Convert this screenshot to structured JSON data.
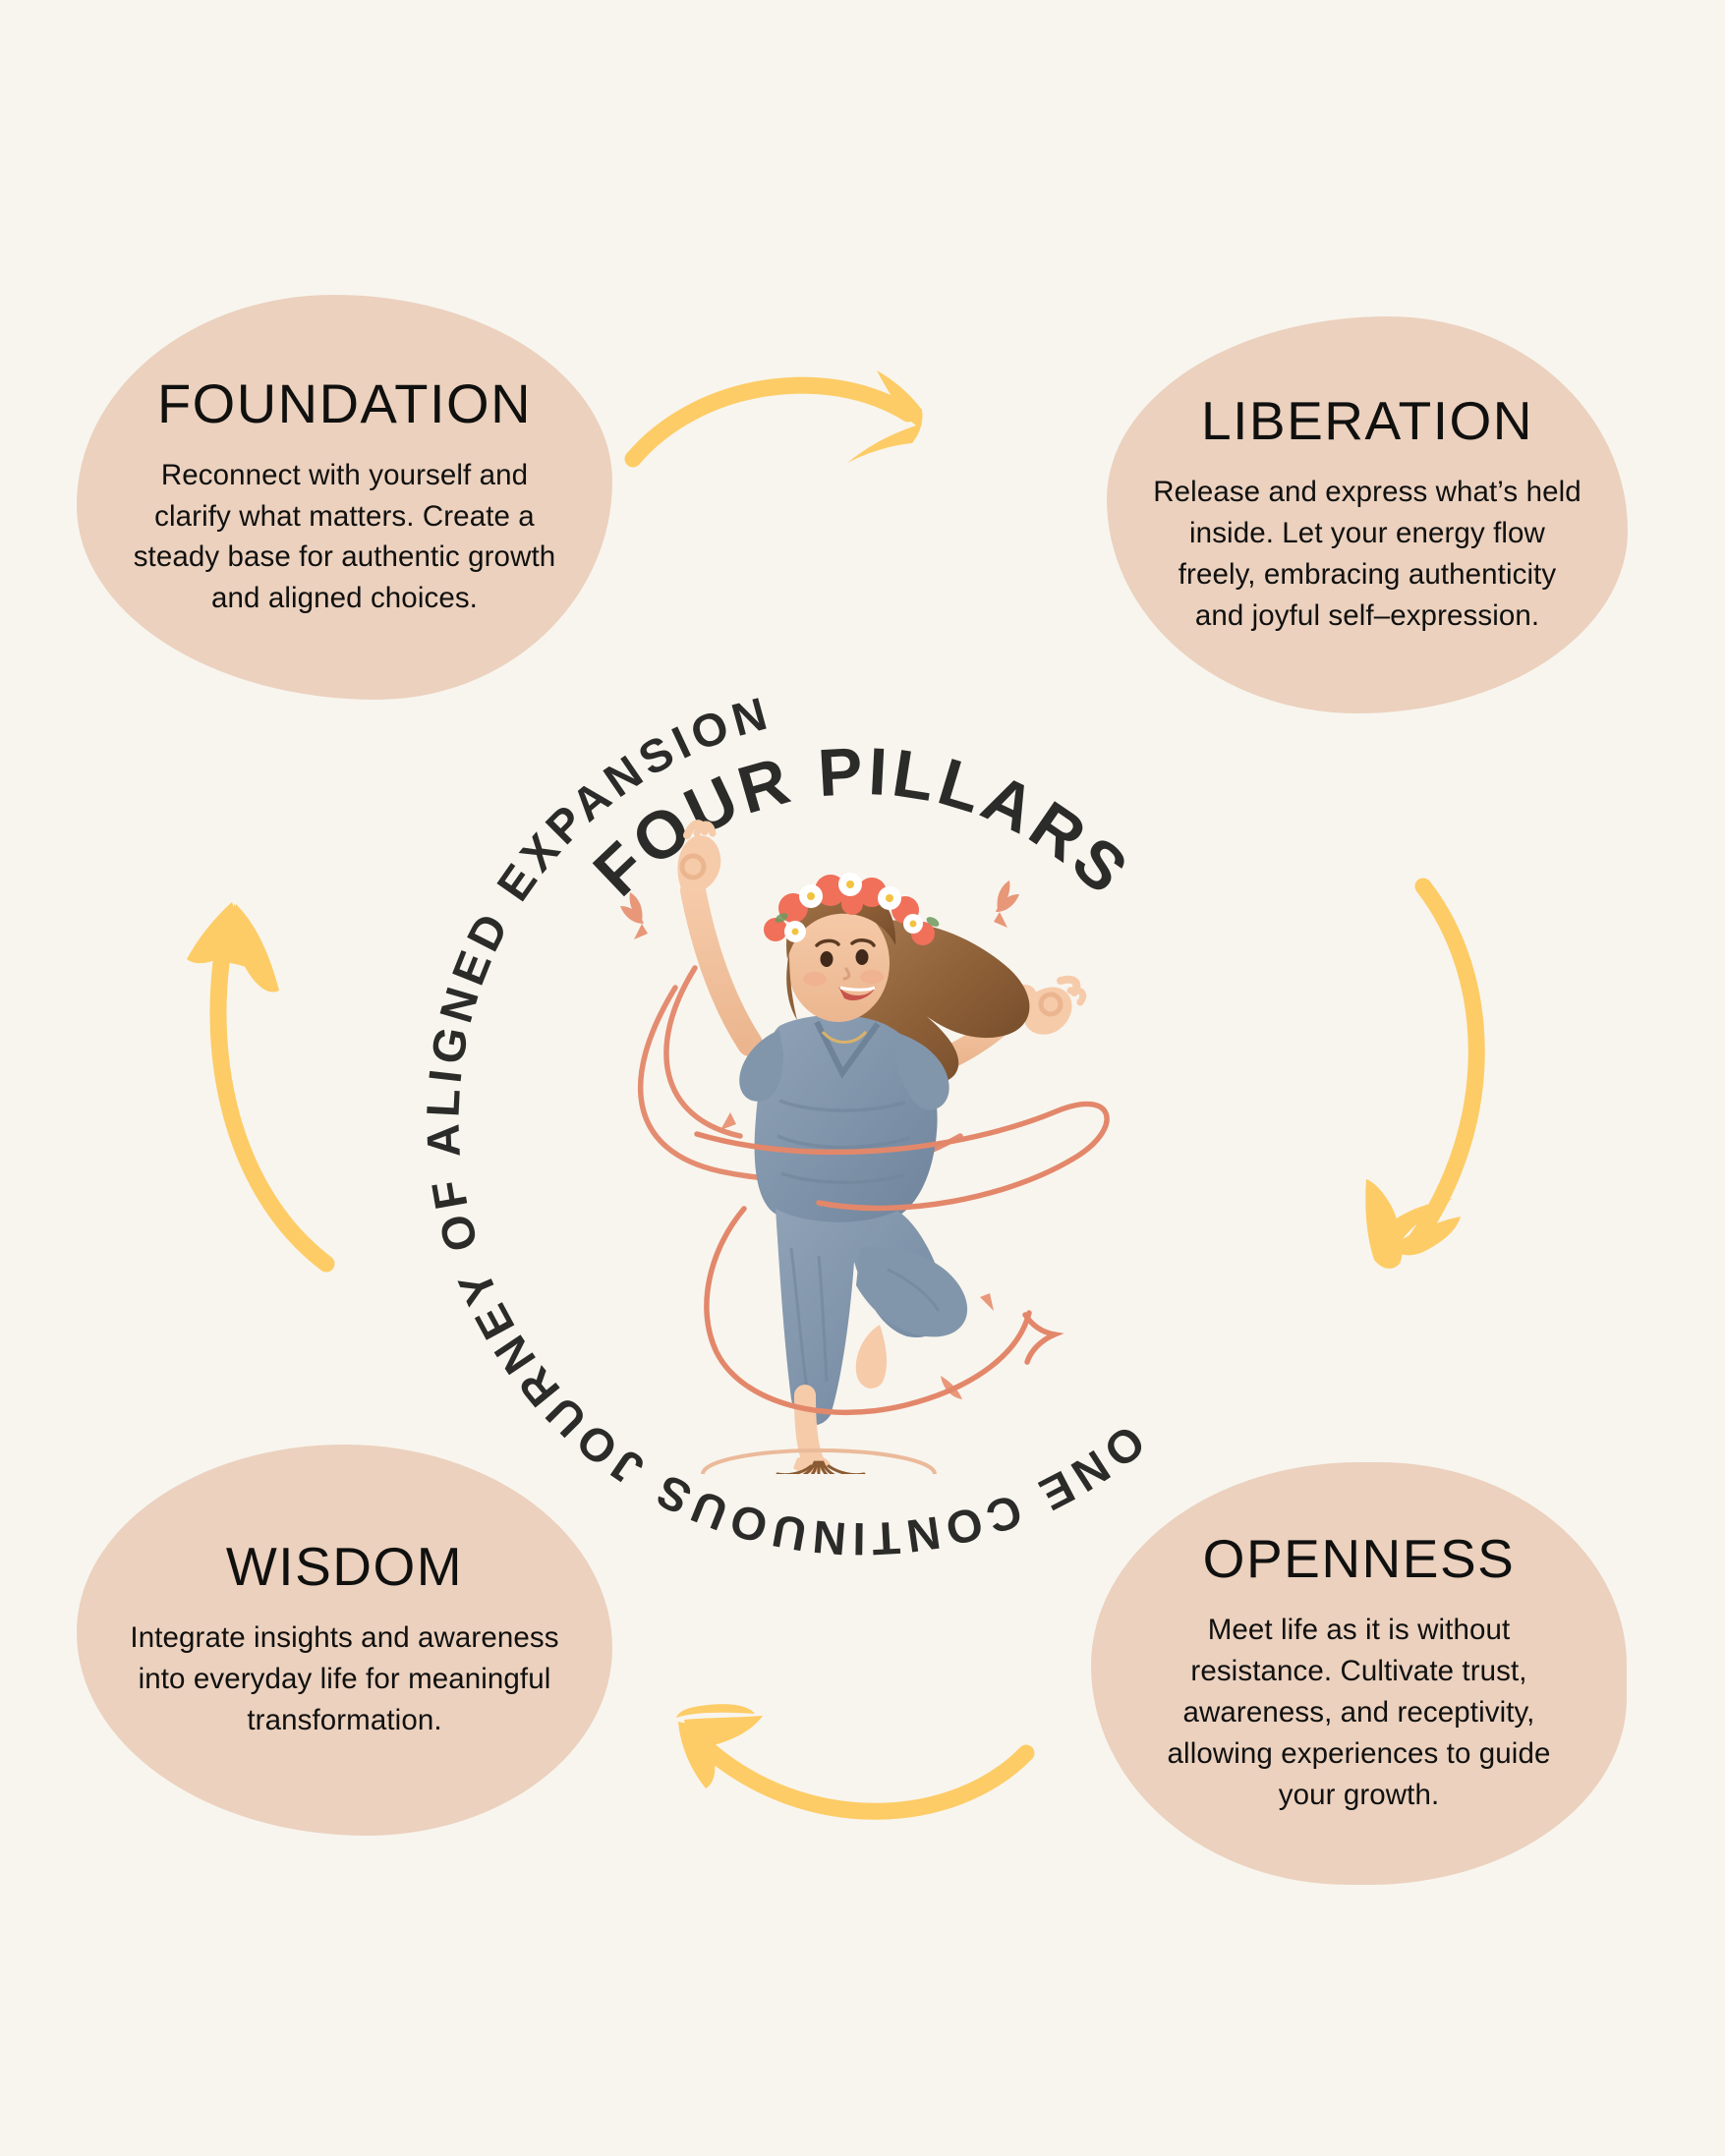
{
  "theme": {
    "background": "#F8F5EE",
    "card_bg": "#EBD1BE",
    "arrow_color": "#FDCC66",
    "text_color": "#10100F",
    "ring_text_color": "#2B2B29",
    "ribbon_color": "#E3876A"
  },
  "center": {
    "arc_title": "FOUR PILLARS",
    "ring_text": "ONE CONTINUOUS JOURNEY OF ALIGNED EXPANSION",
    "illustration_alt": "woman-dancing-with-flower-crown"
  },
  "cards": [
    {
      "id": "foundation",
      "title": "FOUNDATION",
      "body": "Reconnect with yourself and clarify what matters. Create a steady base for authentic growth and aligned choices."
    },
    {
      "id": "liberation",
      "title": "LIBERATION",
      "body": "Release and express what’s held inside. Let your energy flow freely, embracing authenticity and joyful self–expression."
    },
    {
      "id": "wisdom",
      "title": "WISDOM",
      "body": "Integrate insights and awareness into everyday life for meaningful transformation."
    },
    {
      "id": "openness",
      "title": "OPENNESS",
      "body": "Meet life as it is without resistance. Cultivate trust, awareness, and receptivity, allowing experiences to guide your growth."
    }
  ],
  "arrows": [
    {
      "id": "top",
      "name": "arrow-foundation-to-liberation",
      "direction": "right"
    },
    {
      "id": "right",
      "name": "arrow-liberation-to-openness",
      "direction": "down"
    },
    {
      "id": "bottom",
      "name": "arrow-openness-to-wisdom",
      "direction": "left"
    },
    {
      "id": "left",
      "name": "arrow-wisdom-to-foundation",
      "direction": "up"
    }
  ]
}
